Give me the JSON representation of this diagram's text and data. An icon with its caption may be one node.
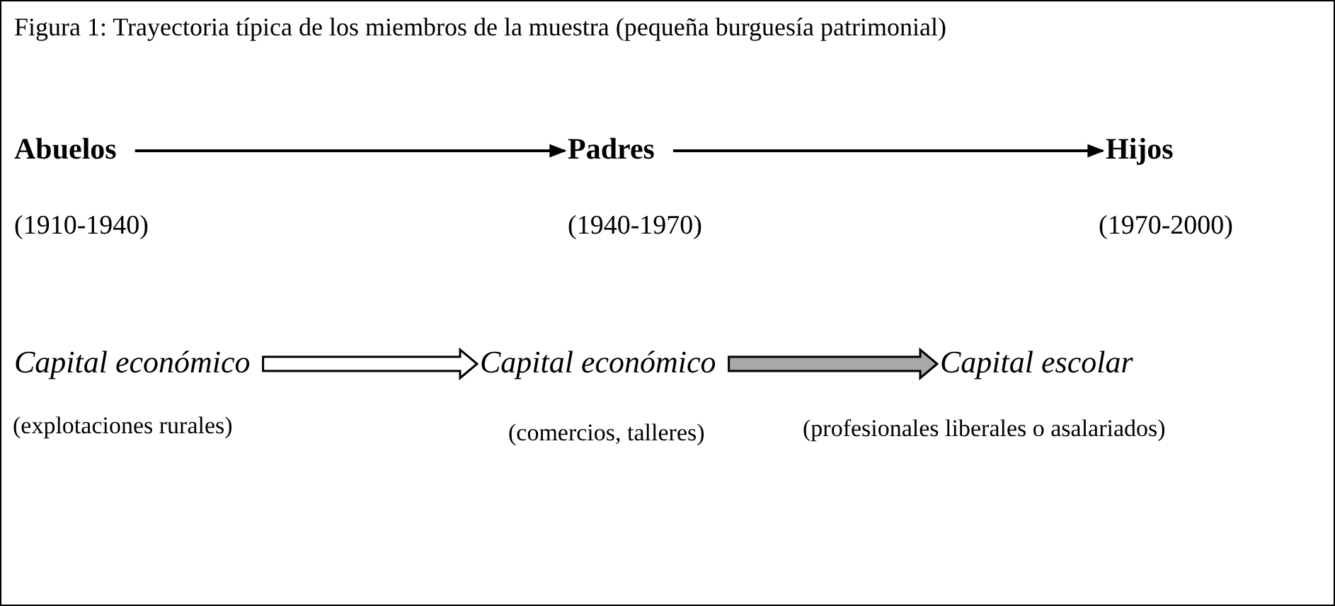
{
  "diagram": {
    "title": "Figura 1: Trayectoria típica de los miembros de la muestra (pequeña burguesía patrimonial)",
    "nodes": [
      {
        "text": [
          "Abuelos"
        ],
        "beside": [
          "(1910-1940)"
        ]
      },
      {
        "text": [
          "Padres"
        ],
        "beside": [
          "(1940-1970)"
        ]
      },
      {
        "text": [
          "Hijos"
        ],
        "beside": [
          "(1970-2000)"
        ]
      },
      {
        "text": [
          "Capital económico"
        ],
        "beside": [
          "(explotaciones rurales)"
        ]
      },
      {
        "text": [
          "Capital económico"
        ],
        "beside": [
          "(comercios, talleres)"
        ]
      },
      {
        "text": [
          "Capital escolar"
        ],
        "beside": [
          "(profesionales liberales o asalariados)"
        ]
      }
    ],
    "edges": [
      {
        "from": 0,
        "to": 1,
        "arrow": "to"
      },
      {
        "from": 1,
        "to": 2,
        "arrow": "to"
      },
      {
        "from": 3,
        "to": 4,
        "arrow": "to",
        "style": "thick"
      },
      {
        "from": 4,
        "to": 5,
        "arrow": "to",
        "style": "thick",
        "color": "#a8a8a8"
      }
    ]
  }
}
